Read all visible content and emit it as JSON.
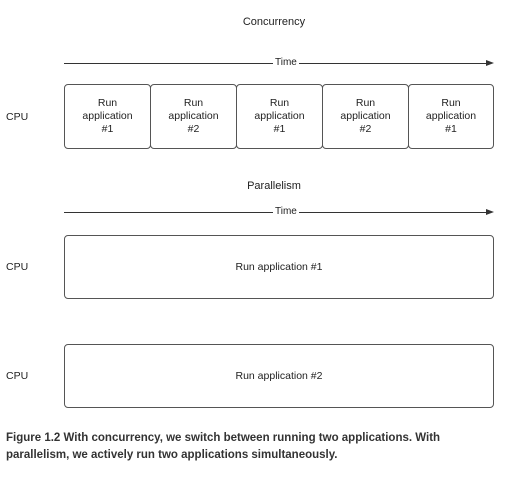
{
  "concurrency": {
    "title": "Concurrency",
    "time_label": "Time",
    "cpu_label": "CPU",
    "slots": [
      {
        "line1": "Run",
        "line2": "application",
        "line3": "#1"
      },
      {
        "line1": "Run",
        "line2": "application",
        "line3": "#2"
      },
      {
        "line1": "Run",
        "line2": "application",
        "line3": "#1"
      },
      {
        "line1": "Run",
        "line2": "application",
        "line3": "#2"
      },
      {
        "line1": "Run",
        "line2": "application",
        "line3": "#1"
      }
    ]
  },
  "parallelism": {
    "title": "Parallelism",
    "time_label": "Time",
    "rows": [
      {
        "cpu_label": "CPU",
        "task": "Run application #1"
      },
      {
        "cpu_label": "CPU",
        "task": "Run application #2"
      }
    ]
  },
  "caption": {
    "line1": "Figure 1.2   With concurrency, we switch between running two applications. With",
    "line2": "parallelism, we actively run two applications simultaneously."
  }
}
